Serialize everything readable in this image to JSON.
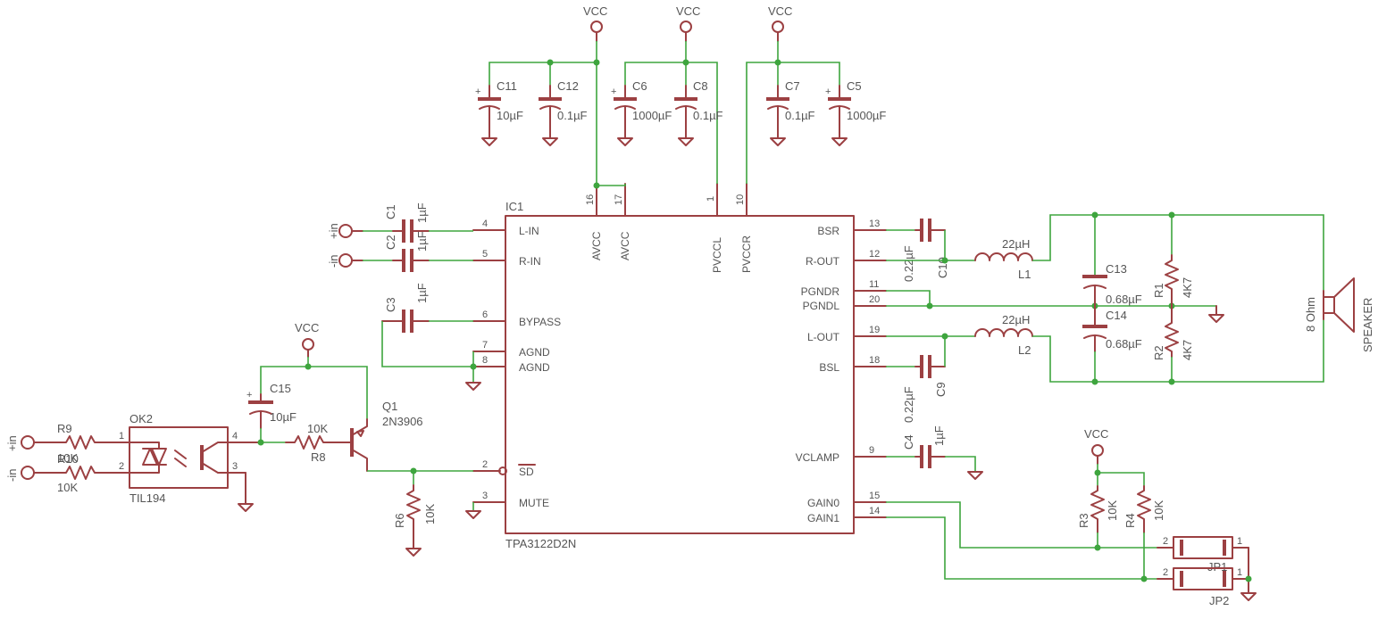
{
  "colors": {
    "symbol": "#9c4042",
    "wire": "#3ea53e",
    "label": "#555555"
  },
  "ic": {
    "ref": "IC1",
    "part": "TPA3122D2N"
  },
  "ic_pins_left": [
    {
      "num": "4",
      "name": "L-IN"
    },
    {
      "num": "5",
      "name": "R-IN"
    },
    {
      "num": "6",
      "name": "BYPASS"
    },
    {
      "num": "7",
      "name": "AGND"
    },
    {
      "num": "8",
      "name": "AGND"
    },
    {
      "num": "2",
      "name": "SD"
    },
    {
      "num": "3",
      "name": "MUTE"
    }
  ],
  "ic_pins_right": [
    {
      "num": "13",
      "name": "BSR"
    },
    {
      "num": "12",
      "name": "R-OUT"
    },
    {
      "num": "11",
      "name": "PGNDR"
    },
    {
      "num": "20",
      "name": "PGNDL"
    },
    {
      "num": "19",
      "name": "L-OUT"
    },
    {
      "num": "18",
      "name": "BSL"
    },
    {
      "num": "9",
      "name": "VCLAMP"
    },
    {
      "num": "15",
      "name": "GAIN0"
    },
    {
      "num": "14",
      "name": "GAIN1"
    }
  ],
  "ic_pins_top": [
    {
      "num": "16",
      "name": "AVCC"
    },
    {
      "num": "17",
      "name": "AVCC"
    },
    {
      "num": "1",
      "name": "PVCCL"
    },
    {
      "num": "10",
      "name": "PVCCR"
    }
  ],
  "power": {
    "vcc": "VCC"
  },
  "supply_caps": [
    {
      "ref": "C11",
      "value": "10µF"
    },
    {
      "ref": "C12",
      "value": "0.1µF"
    },
    {
      "ref": "C6",
      "value": "1000µF"
    },
    {
      "ref": "C8",
      "value": "0.1µF"
    },
    {
      "ref": "C7",
      "value": "0.1µF"
    },
    {
      "ref": "C5",
      "value": "1000µF"
    }
  ],
  "input": {
    "lin_label": "+in",
    "rin_label": "-in",
    "c1": {
      "ref": "C1",
      "value": "1µF"
    },
    "c2": {
      "ref": "C2",
      "value": "1µF"
    },
    "c3": {
      "ref": "C3",
      "value": "1µF"
    }
  },
  "output": {
    "c10": {
      "ref": "C10",
      "value": "0.22µF"
    },
    "c9": {
      "ref": "C9",
      "value": "0.22µF"
    },
    "l1": {
      "ref": "L1",
      "value": "22µH"
    },
    "l2": {
      "ref": "L2",
      "value": "22µH"
    },
    "c13": {
      "ref": "C13",
      "value": "0.68µF"
    },
    "c14": {
      "ref": "C14",
      "value": "0.68µF"
    },
    "r1": {
      "ref": "R1",
      "value": "4K7"
    },
    "r2": {
      "ref": "R2",
      "value": "4K7"
    },
    "speaker": {
      "ref": "SPEAKER",
      "value": "8 Ohm"
    },
    "c4": {
      "ref": "C4",
      "value": "1µF"
    }
  },
  "shutdown": {
    "in_plus": "+in",
    "in_minus": "-in",
    "r9": {
      "ref": "R9",
      "value": "10K"
    },
    "r10": {
      "ref": "R10",
      "value": "10K"
    },
    "ok2": {
      "ref": "OK2",
      "value": "TIL194"
    },
    "c15": {
      "ref": "C15",
      "value": "10µF"
    },
    "r8": {
      "ref": "R8",
      "value": "10K"
    },
    "q1": {
      "ref": "Q1",
      "value": "2N3906"
    },
    "r6": {
      "ref": "R6",
      "value": "10K"
    },
    "pin_nums": [
      "1",
      "2",
      "4",
      "3"
    ]
  },
  "gain": {
    "r3": {
      "ref": "R3",
      "value": "10K"
    },
    "r4": {
      "ref": "R4",
      "value": "10K"
    },
    "jp1": "JP1",
    "jp2": "JP2",
    "pin_nums": [
      "2",
      "1",
      "2",
      "1"
    ]
  }
}
